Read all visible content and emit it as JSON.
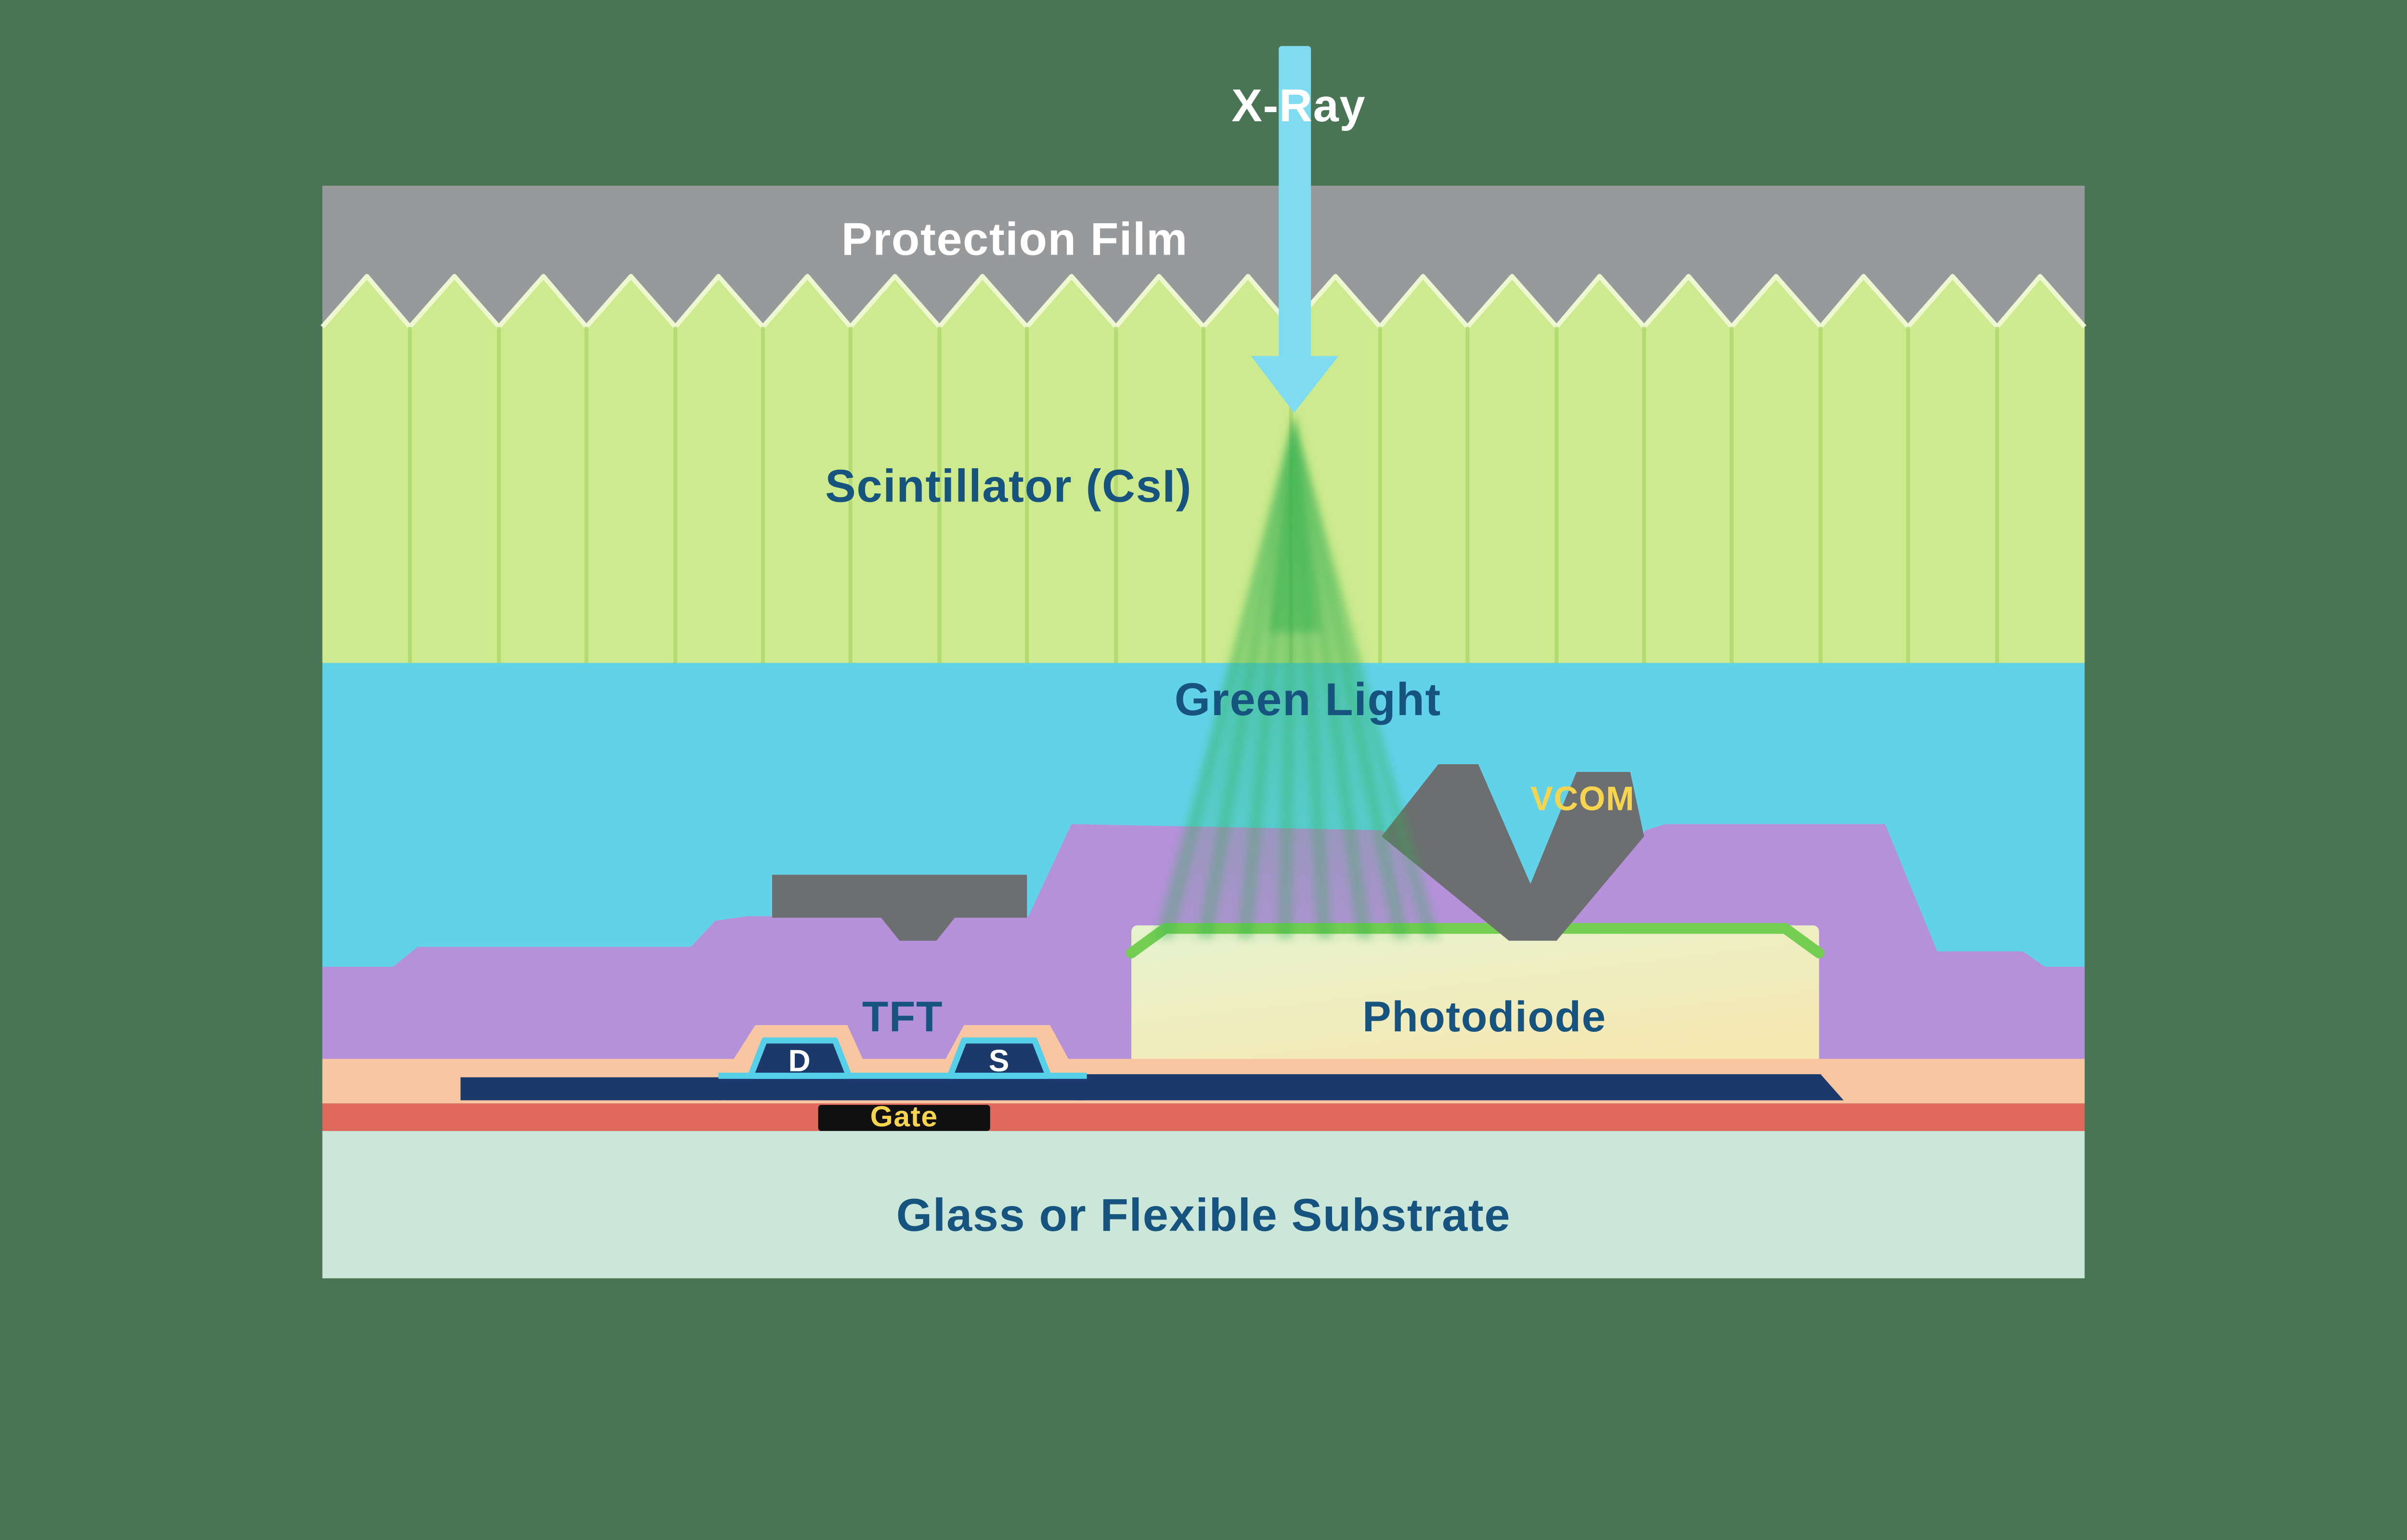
{
  "scene": {
    "background_color": "#4a7554",
    "description": "Cross-section diagram of an X-ray flat panel detector"
  },
  "diagram": {
    "labels": {
      "xray": "X-Ray",
      "protection_film": "Protection Film",
      "scintillator": "Scintillator (CsI)",
      "green_light": "Green Light",
      "vcom": "VCOM",
      "tft": "TFT",
      "drain": "D",
      "source": "S",
      "photodiode": "Photodiode",
      "gate": "Gate",
      "substrate": "Glass or Flexible Substrate"
    },
    "colors": {
      "background": "#4a7554",
      "protection_film": "#97999b",
      "scintillator": "#cdea8e",
      "scintillator_column_line": "#b2d76e",
      "scintillator_outline": "#eef7d0",
      "air_gap_cyan": "#62d2e9",
      "planarization_purple": "#b591d9",
      "electrode_gray": "#6d6e70",
      "photodiode_top": "#e6f3cf",
      "photodiode_bottom": "#f6e8b2",
      "photodiode_edge_green": "#74ce52",
      "salmon_layer": "#f8c7a1",
      "metal_navy": "#1b3a6b",
      "tft_outline_cyan": "#56cfe8",
      "gate_insulator_red": "#e0695c",
      "gate_black": "#101010",
      "substrate_mint": "#cbe7d9",
      "label_navy": "#17537f",
      "label_white": "#ffffff",
      "label_yellow": "#f6d44e",
      "xray_arrow": "#7fdcf0",
      "green_light": "#2fae4e"
    }
  }
}
